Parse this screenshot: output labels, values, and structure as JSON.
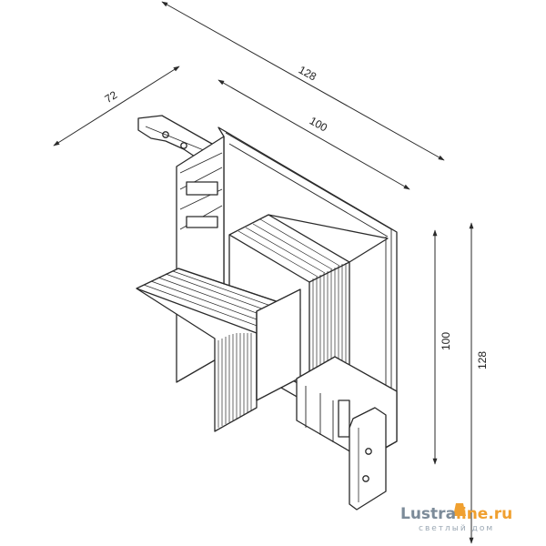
{
  "dimensions": {
    "top_outer": "128",
    "top_inner": "100",
    "left_depth": "72",
    "right_inner": "100",
    "right_outer": "128"
  },
  "watermark": {
    "brand_part1": "Lustra",
    "brand_part2": "line.ru",
    "tagline": "светлый дом"
  },
  "colors": {
    "line": "#2a2a2a",
    "brand_blue": "#7c8b99",
    "brand_orange": "#f0a030",
    "tagline": "#9aa7b3"
  }
}
